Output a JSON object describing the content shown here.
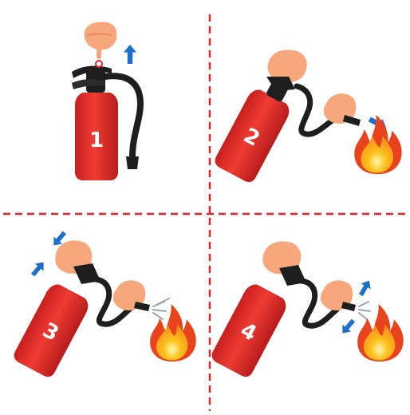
{
  "steps": [
    {
      "number": "1",
      "action": "pull-pin",
      "arrows": [
        "up-arrow"
      ]
    },
    {
      "number": "2",
      "action": "aim-nozzle-at-fire",
      "arrows": [
        "aim-arrow"
      ]
    },
    {
      "number": "3",
      "action": "squeeze-handle",
      "arrows": [
        "squeeze-arrow-top",
        "squeeze-arrow-bottom"
      ]
    },
    {
      "number": "4",
      "action": "sweep-side-to-side",
      "arrows": [
        "sweep-arrow-up",
        "sweep-arrow-down"
      ]
    }
  ],
  "colors": {
    "extinguisher_red": "#e02a2a",
    "extinguisher_dark": "#b71c1c",
    "hose": "#1e1e1e",
    "skin": "#f6a77b",
    "skin_shade": "#e98a5c",
    "arrow_blue": "#1e6fc7",
    "divider_red": "#e0252b",
    "flame_outer": "#e8431c",
    "flame_mid": "#f7941d",
    "flame_inner": "#fff4a8"
  }
}
